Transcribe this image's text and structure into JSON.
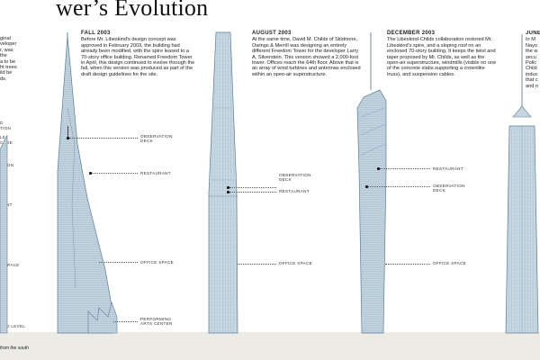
{
  "page": {
    "title": "wer’s Evolution",
    "footnote": "from the south"
  },
  "colors": {
    "tower_fill": "#bfd1dd",
    "tower_line": "#5c7d93",
    "ground": "#ecebe6",
    "text": "#222222"
  },
  "left_fragments": {
    "lines": [
      "ginal",
      "veloper",
      "r, was",
      "the",
      "a to be",
      "ht trees",
      "ild be",
      "ds."
    ],
    "labels": [
      "d",
      "tion",
      "le",
      "cade",
      "ATION",
      "RANT",
      "E SPACE",
      "UND LEVEL"
    ]
  },
  "panels": [
    {
      "heading": "FALL 2003",
      "body": "Before Mr. Libeskind's design concept was approved in February 2003, the building had already been modified, with the spire leased to a 70-story office building. Renamed Freedom Tower in April, this design continued to evolve through the fall, when this version was produced as part of the draft design guidelines for the site.",
      "labels": [
        "OBSERVATION DECK",
        "RESTAURANT",
        "OFFICE SPACE",
        "PERFORMING ARTS CENTER"
      ]
    },
    {
      "heading": "AUGUST 2003",
      "body": "At the same time, David M. Childs of Skidmore, Owings & Merrill was designing an entirely different Freedom Tower for the developer Larry A. Silverstein. This version showed a 2,000-foot tower. Offices reach the 64th floor. Above that is an array of wind turbines and antennas enclosed within an open-air superstructure.",
      "labels": [
        "OBSERVATION DECK",
        "RESTAURANT",
        "OFFICE SPACE"
      ]
    },
    {
      "heading": "DECEMBER 2003",
      "body": "The Libeskind-Childs collaboration restored Mr. Libeskind's spire, and a sloping roof on an enclosed 70-story building. It keeps the twist and taper proposed by Mr. Childs, as well as the open-air superstructure, windmills (visible on one of the concrete slabs supporting a crownlike truss), and suspension cables.",
      "labels": [
        "RESTAURANT",
        "OBSERVATION DECK",
        "OFFICE SPACE"
      ]
    },
    {
      "heading": "JUNE",
      "lines": [
        "In M",
        "Nayo",
        "the w",
        "secu",
        "Polic",
        "Child",
        "induc",
        "that c",
        "and n"
      ]
    }
  ]
}
